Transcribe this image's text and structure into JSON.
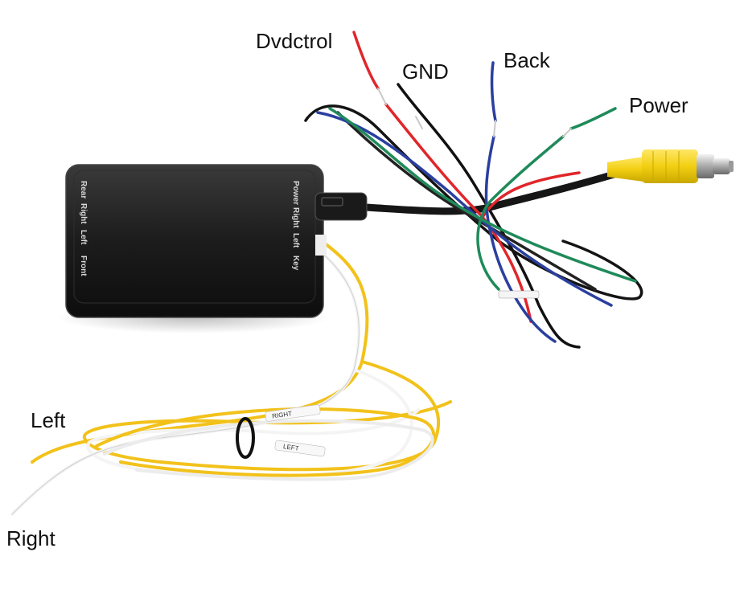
{
  "callouts": {
    "dvdctrol": "Dvdctrol",
    "gnd": "GND",
    "back": "Back",
    "power": "Power",
    "left": "Left",
    "right": "Right"
  },
  "box_labels": {
    "front": "Front",
    "rear": "Rear",
    "left_in": "Left",
    "right_in": "Right",
    "key": "Key",
    "left_out": "Left",
    "right_out": "Right",
    "power": "Power"
  },
  "wire_tags": {
    "right_tag": "RIGHT",
    "left_tag": "LEFT"
  },
  "colors": {
    "dvdctrol_wire": "#e0262b",
    "gnd_wire": "#111111",
    "back_wire": "#2a3f9f",
    "power_wire": "#1f8a5a",
    "rca_plug": "#f2d21b",
    "left_wire": "#f2c21b",
    "right_wire": "#f4f4f4",
    "module_body": "#1e1e1e"
  }
}
